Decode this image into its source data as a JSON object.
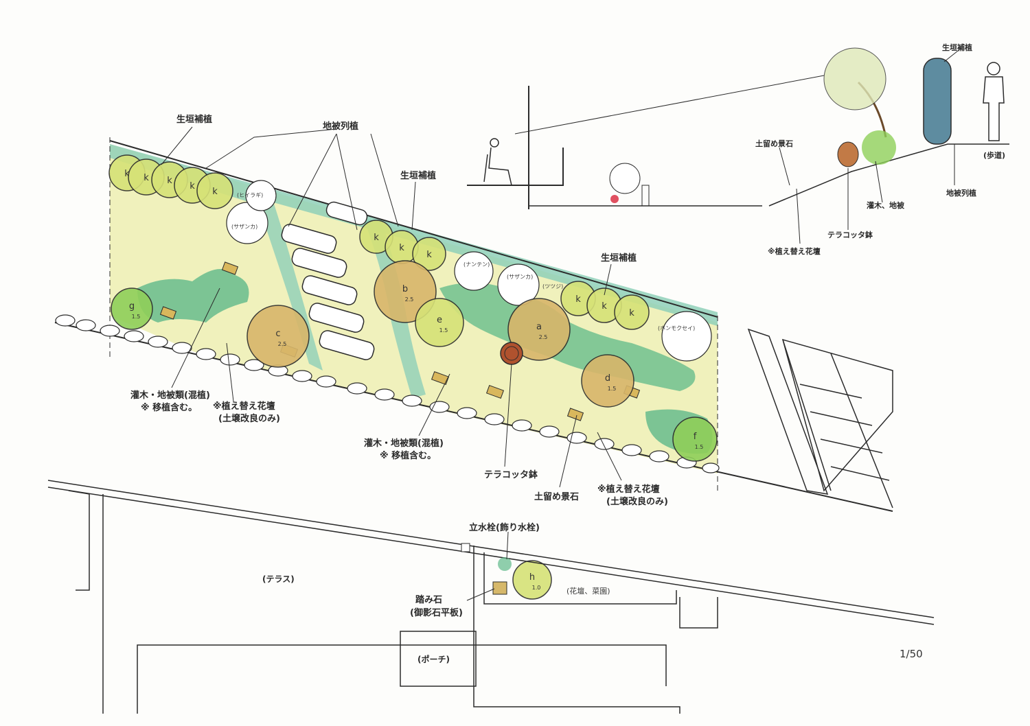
{
  "labels": {
    "hedge_1": "生垣補植",
    "ground_row": "地被列植",
    "hedge_2": "生垣補植",
    "hedge_3": "生垣補植",
    "hiiragi": "(ヒイラギ)",
    "sazanka_1": "(サザンカ)",
    "nanten": "(ナンテン)",
    "sazanka_2": "(サザンカ)",
    "tsutsuji": "(ツツジ)",
    "honmokusei": "(ホンモクセイ)",
    "shrub_left_1": "灌木・地被類(混植)",
    "shrub_left_2": "※ 移植含む。",
    "replant_left_1": "※植え替え花壇",
    "replant_left_2": "(土壌改良のみ)",
    "shrub_mid_1": "灌木・地被類(混植)",
    "shrub_mid_2": "※ 移植含む。",
    "terracotta": "テラコッタ鉢",
    "retaining_stone": "土留め景石",
    "replant_right_1": "※植え替え花壇",
    "replant_right_2": "(土壌改良のみ)",
    "terrace": "(テラス)",
    "faucet": "立水栓(飾り水栓)",
    "stepping_stone_1": "踏み石",
    "stepping_stone_2": "(御影石平板)",
    "flowerbed": "(花壇、菜園)",
    "porch": "(ポーチ)",
    "scale": "1/50"
  },
  "section": {
    "hedge": "生垣補植",
    "retaining_stone": "土留め景石",
    "sidewalk": "(歩道)",
    "shrub_ground": "灌木、地被",
    "ground_row": "地被列植",
    "terracotta": "テラコッタ鉢",
    "replant": "※植え替え花壇"
  },
  "trees": [
    {
      "id": "k1",
      "letter": "k",
      "size": ""
    },
    {
      "id": "k2",
      "letter": "k",
      "size": ""
    },
    {
      "id": "k3",
      "letter": "k",
      "size": ""
    },
    {
      "id": "k4",
      "letter": "k",
      "size": ""
    },
    {
      "id": "k5",
      "letter": "k",
      "size": ""
    },
    {
      "id": "k6",
      "letter": "k",
      "size": ""
    },
    {
      "id": "k7",
      "letter": "k",
      "size": ""
    },
    {
      "id": "k8",
      "letter": "k",
      "size": ""
    },
    {
      "id": "k9",
      "letter": "k",
      "size": ""
    },
    {
      "id": "k10",
      "letter": "k",
      "size": ""
    },
    {
      "id": "k11",
      "letter": "k",
      "size": ""
    },
    {
      "id": "g",
      "letter": "g",
      "size": "1.5"
    },
    {
      "id": "c",
      "letter": "c",
      "size": "2.5"
    },
    {
      "id": "b",
      "letter": "b",
      "size": "2.5"
    },
    {
      "id": "e",
      "letter": "e",
      "size": "1.5"
    },
    {
      "id": "a",
      "letter": "a",
      "size": "2.5"
    },
    {
      "id": "d",
      "letter": "d",
      "size": "1.5"
    },
    {
      "id": "f",
      "letter": "f",
      "size": "1.5"
    },
    {
      "id": "h",
      "letter": "h",
      "size": "1.0"
    }
  ],
  "colors": {
    "lawn": "#eef0b5",
    "hedge_strip": "#8fd0b8",
    "shrub": "#5fb98a",
    "tree_yellow": "#d6e277",
    "tree_green": "#8fcf5a",
    "tree_orange": "#d8b66a",
    "ink": "#2b2b2b"
  }
}
